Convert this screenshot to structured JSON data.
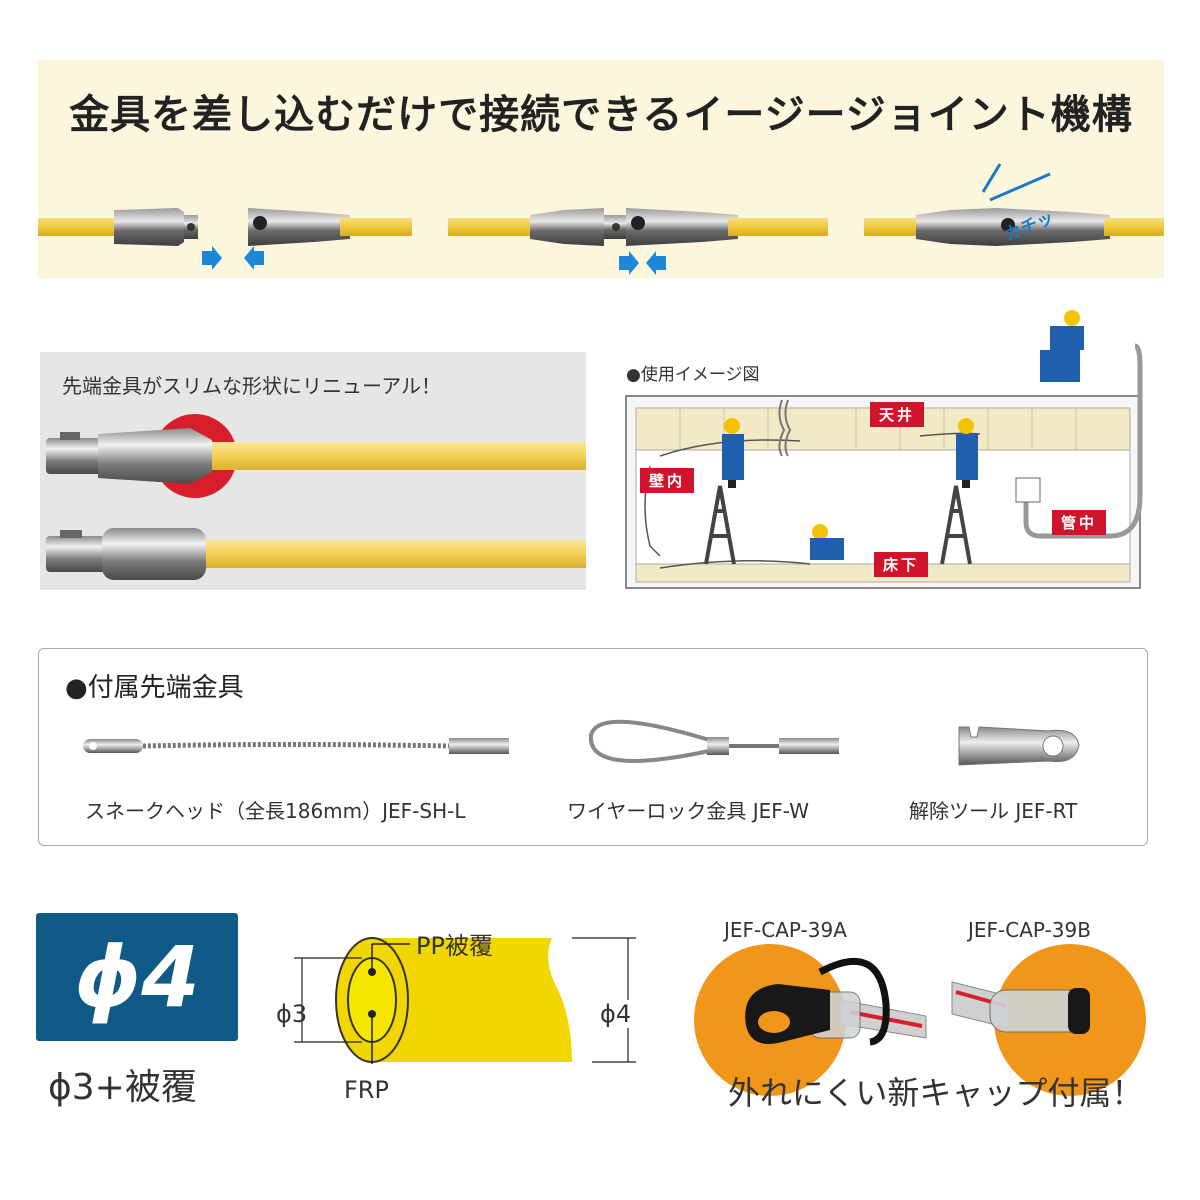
{
  "joint_section": {
    "title": "金具を差し込むだけで接続できるイージージョイント機構",
    "click_sound": "カチッ",
    "colors": {
      "background": "#fcf6dc",
      "rod": "#f0cc47",
      "arrow": "#1e88d8"
    }
  },
  "tip_section": {
    "caption": "先端金具がスリムな形状にリニューアル！"
  },
  "usage_section": {
    "title": "●使用イメージ図",
    "labels": {
      "ceiling": "天井",
      "wall": "壁内",
      "pipe": "管中",
      "floor": "床下"
    }
  },
  "accessories": {
    "title": "●付属先端金具",
    "items": [
      {
        "label": "スネークヘッド（全長186mm）JEF-SH-L"
      },
      {
        "label": "ワイヤーロック金具 JEF-W"
      },
      {
        "label": "解除ツール JEF-RT"
      }
    ]
  },
  "spec": {
    "diameter_badge": "ϕ4",
    "diameter_caption": "ϕ3+被覆",
    "cross_section": {
      "coating_label": "PP被覆",
      "core_label": "FRP",
      "inner_dim": "ϕ3",
      "outer_dim": "ϕ4"
    },
    "colors": {
      "badge": "#0f5a86",
      "rod": "#f2d600"
    }
  },
  "caps": {
    "model_a": "JEF-CAP-39A",
    "model_b": "JEF-CAP-39B",
    "caption": "外れにくい新キャップ付属！",
    "colors": {
      "circle": "#f0961a"
    }
  }
}
